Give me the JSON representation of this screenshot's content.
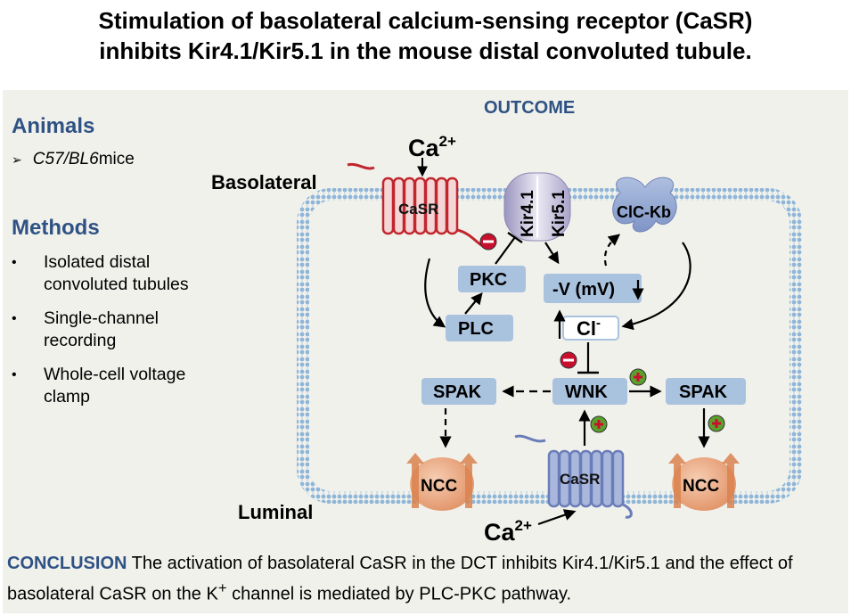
{
  "title": {
    "line1": "Stimulation of basolateral calcium-sensing receptor (CaSR)",
    "line2": "inhibits Kir4.1/Kir5.1 in the mouse distal convoluted tubule."
  },
  "animals": {
    "heading": "Animals",
    "strain": "C57/BL6",
    "suffix": " mice"
  },
  "methods": {
    "heading": "Methods",
    "items": [
      "Isolated distal convoluted tubules",
      "Single-channel recording",
      "Whole-cell voltage clamp"
    ]
  },
  "outcome": {
    "heading": "OUTCOME",
    "ca_top": "Ca",
    "ca_top_sup": "2+",
    "ca_bottom": "Ca",
    "ca_bottom_sup": "2+",
    "basolateral": "Basolateral",
    "luminal": "Luminal",
    "casr_top": "CaSR",
    "casr_bottom": "CaSR",
    "kir41": "Kir4.1",
    "kir51": "Kir5.1",
    "clckb": "ClC-Kb",
    "pkc": "PKC",
    "plc": "PLC",
    "voltage": "-V (mV)",
    "chloride": "Cl",
    "chloride_sup": "-",
    "wnk": "WNK",
    "spak_left": "SPAK",
    "spak_right": "SPAK",
    "ncc_left": "NCC",
    "ncc_right": "NCC"
  },
  "conclusion": {
    "lead": "CONCLUSION",
    "text1": " The activation of basolateral CaSR in the DCT inhibits Kir4.1/Kir5.1 and the effect of basolateral CaSR on the K",
    "sup": "+",
    "text2": " channel is mediated by PLC-PKC pathway."
  },
  "colors": {
    "heading_blue": "#2f5284",
    "box_blue": "#a9c2de",
    "casr_red": "#c0272d",
    "casr_blue": "#7f90c4",
    "ncc_orange": "#e8a57e",
    "membrane": "#8fb6d8",
    "inhibit_red": "#c8102e",
    "activate_green": "#5aa02c"
  }
}
